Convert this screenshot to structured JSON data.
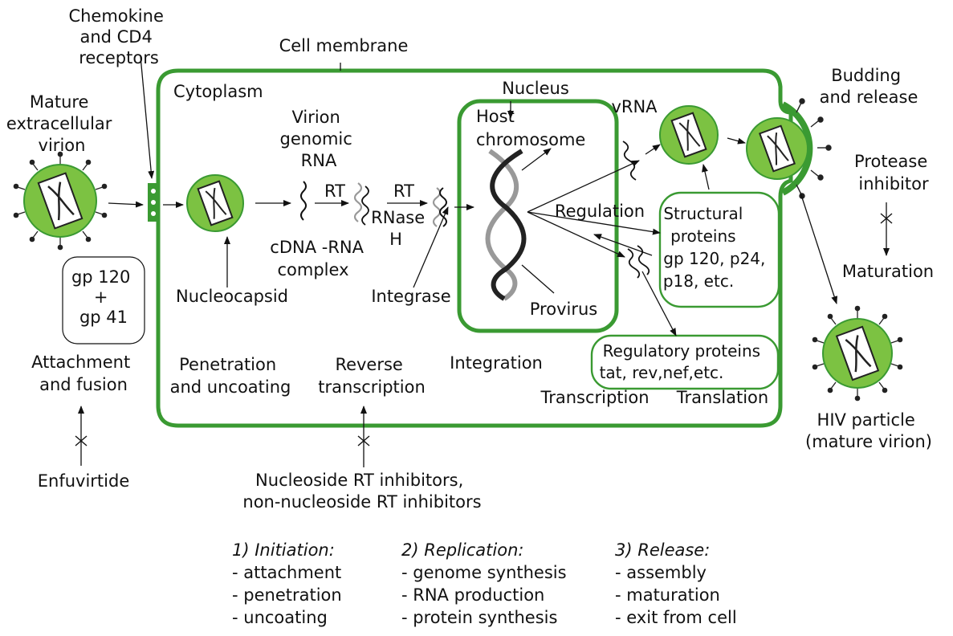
{
  "labels": {
    "chemokine": [
      "Chemokine",
      "and CD4",
      "receptors"
    ],
    "cell_membrane": "Cell membrane",
    "cytoplasm": "Cytoplasm",
    "mature_virion": [
      "Mature",
      "extracellular",
      "virion"
    ],
    "gp_box": [
      "gp 120",
      "+",
      "gp 41"
    ],
    "attachment": [
      "Attachment",
      "and fusion"
    ],
    "enfuvirtide": "Enfuvirtide",
    "virion_rna": [
      "Virion",
      "genomic",
      "RNA"
    ],
    "rt1": "RT",
    "rt2": "RT",
    "rnase": [
      "RNase",
      "H"
    ],
    "cdna": [
      "cDNA -RNA",
      "complex"
    ],
    "nucleocapsid": "Nucleocapsid",
    "penetration": [
      "Penetration",
      "and uncoating"
    ],
    "reverse": [
      "Reverse",
      "transcription"
    ],
    "integrase": "Integrase",
    "integration": "Integration",
    "nucleus": "Nucleus",
    "host_chromosome": [
      "Host",
      "chromosome"
    ],
    "provirus": "Provirus",
    "vrna": "vRNA",
    "regulation": "Regulation",
    "structural": [
      "Structural",
      "proteins",
      "gp 120, p24,",
      "p18, etc."
    ],
    "regulatory": [
      "Regulatory proteins",
      "tat, rev,nef,etc."
    ],
    "transcription": "Transcription",
    "translation": "Translation",
    "budding": [
      "Budding",
      "and release"
    ],
    "protease": [
      "Protease",
      "inhibitor"
    ],
    "maturation": "Maturation",
    "hiv_particle": [
      "HIV particle",
      "(mature virion)"
    ],
    "nrti": [
      "Nucleoside RT inhibitors,",
      "non-nucleoside RT inhibitors"
    ]
  },
  "stages": [
    {
      "title": "1) Initiation:",
      "items": [
        "- attachment",
        "- penetration",
        "- uncoating"
      ]
    },
    {
      "title": "2) Replication:",
      "items": [
        "- genome synthesis",
        "- RNA production",
        "- protein synthesis"
      ]
    },
    {
      "title": "3) Release:",
      "items": [
        "- assembly",
        "- maturation",
        "- exit from cell"
      ]
    }
  ],
  "colors": {
    "membrane": "#3a9a32",
    "virion_fill": "#7cc242",
    "capsid_fill": "#ffffff",
    "spike": "#222222"
  }
}
